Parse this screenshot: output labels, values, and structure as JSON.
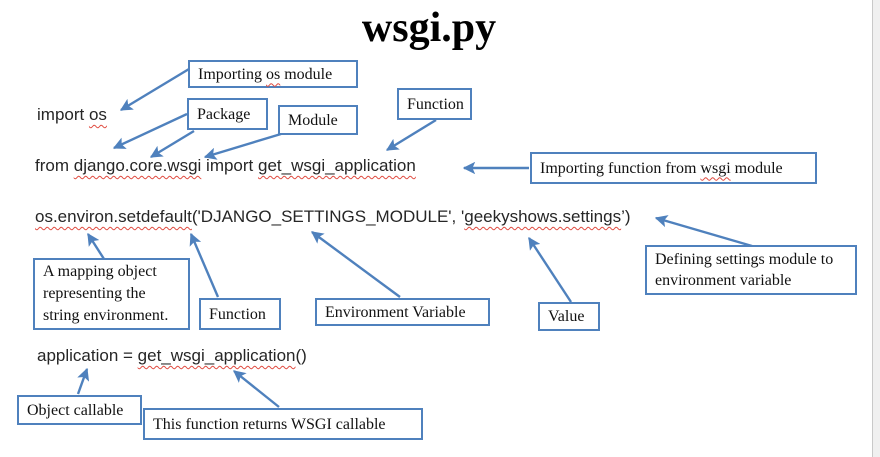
{
  "title": "wsgi.py",
  "colors": {
    "accent_blue": "#4f81bd",
    "spellcheck_red": "#e04a3f"
  },
  "code_lines": [
    {
      "name": "import-os",
      "segments": [
        "import ",
        "os"
      ]
    },
    {
      "name": "from-import",
      "segments": [
        "from ",
        "django.core.wsgi",
        " import ",
        "get_wsgi_application"
      ]
    },
    {
      "name": "os-environ-setdefault",
      "segments": [
        "os.environ.setdefault",
        "('DJANGO_SETTINGS_MODULE', '",
        "geekyshows.settings",
        "’)"
      ]
    },
    {
      "name": "application-assignment",
      "segments": [
        "application = ",
        "get_wsgi_application",
        "()"
      ]
    }
  ],
  "callouts": {
    "importing_os": {
      "segments": [
        "Importing ",
        "os",
        " module"
      ]
    },
    "package": {
      "label": "Package"
    },
    "module": {
      "label": "Module"
    },
    "function_import": {
      "label": "Function"
    },
    "importing_function": {
      "segments": [
        "Importing function from ",
        "wsgi",
        " module"
      ]
    },
    "mapping_object": {
      "label": "A mapping object representing the string environment."
    },
    "function_setdefault": {
      "label": "Function"
    },
    "environment_variable": {
      "label": "Environment Variable"
    },
    "value": {
      "label": "Value"
    },
    "defining_settings": {
      "label": "Defining settings module to environment variable"
    },
    "object_callable": {
      "label": "Object callable"
    },
    "wsgi_callable": {
      "label": "This function returns WSGI callable"
    }
  }
}
